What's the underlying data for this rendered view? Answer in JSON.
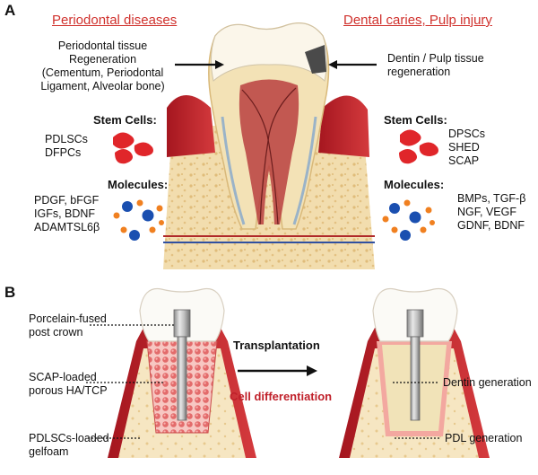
{
  "panel_a": {
    "letter": "A",
    "left": {
      "heading": "Periodontal diseases",
      "regen_lines": [
        "Periodontal tissue",
        "Regeneration",
        "(Cementum, Periodontal",
        "Ligament, Alveolar bone)"
      ],
      "stem_cells_title": "Stem Cells:",
      "stem_cells": [
        "PDLSCs",
        "DFPCs"
      ],
      "molecules_title": "Molecules:",
      "molecules": [
        "PDGF, bFGF",
        "IGFs, BDNF",
        "ADAMTSL6β"
      ]
    },
    "right": {
      "heading": "Dental caries, Pulp injury",
      "regen_lines": [
        "Dentin / Pulp tissue",
        "regeneration"
      ],
      "stem_cells_title": "Stem Cells:",
      "stem_cells": [
        "DPSCs",
        "SHED",
        "SCAP"
      ],
      "molecules_title": "Molecules:",
      "molecules": [
        "BMPs, TGF-β",
        "NGF, VEGF",
        "GDNF, BDNF"
      ]
    }
  },
  "panel_b": {
    "letter": "B",
    "left_labels": {
      "crown": [
        "Porcelain-fused",
        "post crown"
      ],
      "scaffold": [
        "SCAP-loaded",
        "porous HA/TCP"
      ],
      "gelfoam": [
        "PDLSCs-loaded",
        "gelfoam"
      ]
    },
    "arrow_top": "Transplantation",
    "arrow_bottom": "Cell differentiation",
    "right_labels": {
      "dentin": "Dentin generation",
      "pdl": "PDL generation"
    }
  },
  "colors": {
    "heading_red": "#d0312d",
    "cell_red": "#e0262a",
    "gum": "#c8202a",
    "bone": "#f1dcae",
    "dentin": "#f4e6c0",
    "enamel": "#ffffff",
    "pulp": "#b83a3a",
    "molecule_blue": "#1a4fb0",
    "molecule_orange": "#f08020"
  }
}
